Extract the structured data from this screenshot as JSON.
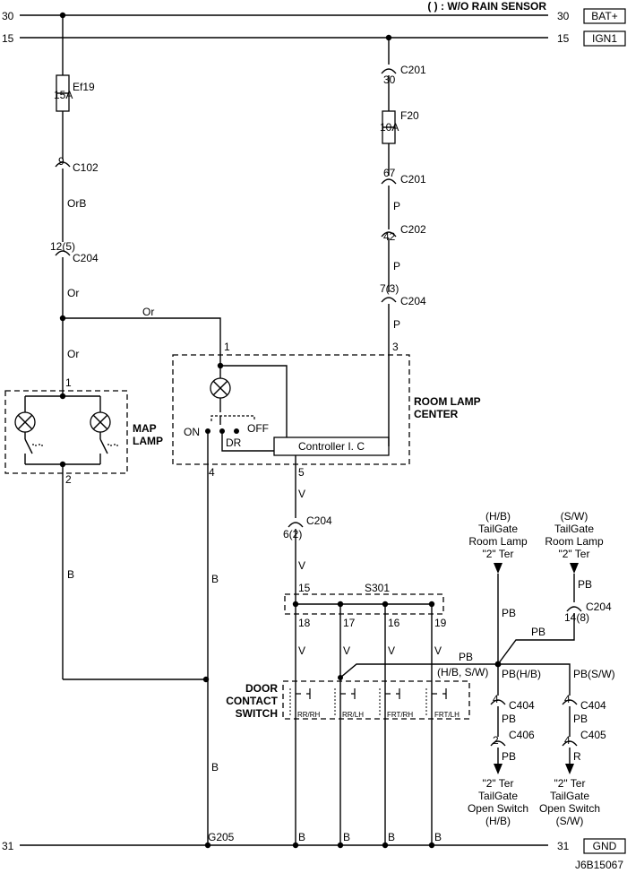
{
  "top_note": "( ) : W/O RAIN SENSOR",
  "bus_lines": [
    {
      "num_left": "30",
      "num_right": "30",
      "label": "BAT+"
    },
    {
      "num_left": "15",
      "num_right": "15",
      "label": "IGN1"
    },
    {
      "num_left": "31",
      "num_right": "31",
      "label": "GND"
    }
  ],
  "fuses": {
    "ef19": {
      "name": "Ef19",
      "rating": "15A"
    },
    "f20": {
      "name": "F20",
      "rating": "10A"
    }
  },
  "connectors": {
    "c102": {
      "pin": "9",
      "name": "C102"
    },
    "c204_left": {
      "pin": "12(5)",
      "name": "C204"
    },
    "c201_a": {
      "pin": "30",
      "name": "C201"
    },
    "c201_b": {
      "pin": "67",
      "name": "C201"
    },
    "c202": {
      "pin": "42",
      "name": "C202"
    },
    "c204_right": {
      "pin": "7(3)",
      "name": "C204"
    },
    "c204_mid": {
      "pin": "6(2)",
      "name": "C204"
    },
    "c204_sw": {
      "pin": "14(8)",
      "name": "C204"
    },
    "c404_a": {
      "pin": "4",
      "name": "C404"
    },
    "c404_b": {
      "pin": "4",
      "name": "C404"
    },
    "c406": {
      "pin": "2",
      "name": "C406"
    },
    "c405": {
      "pin": "4",
      "name": "C405"
    }
  },
  "wires": {
    "orb": "OrB",
    "or1": "Or",
    "or2": "Or",
    "or3": "Or",
    "p1": "P",
    "p2": "P",
    "p3": "P",
    "v1": "V",
    "v2": "V",
    "b_left": "B",
    "b_mid1": "B",
    "b_mid2": "B",
    "sw_v": [
      "V",
      "V",
      "V",
      "V"
    ],
    "gnd_b": [
      "B",
      "B",
      "B",
      "B"
    ],
    "pb_top_hb": "PB",
    "pb_top_sw": "PB",
    "pb_horiz": "PB",
    "pb_diag": "PB",
    "pb_hb": "PB(H/B)",
    "pb_sw": "PB(S/W)",
    "pb_c404a": "PB",
    "pb_c404b": "PB",
    "pb_c406": "PB",
    "r_c405": "R",
    "hb_sw_note": "(H/B, S/W)"
  },
  "pins": {
    "map_1": "1",
    "map_2": "2",
    "rl_1": "1",
    "rl_3": "3",
    "rl_4": "4",
    "rl_5": "5",
    "s301_in": "15",
    "s301_out": [
      "18",
      "17",
      "16",
      "19"
    ]
  },
  "map_lamp": {
    "line1": "MAP",
    "line2": "LAMP"
  },
  "room_lamp": {
    "line1": "ROOM LAMP",
    "line2": "CENTER",
    "controller": "Controller I. C",
    "on": "ON",
    "off": "OFF",
    "dr": "DR"
  },
  "splice": "S301",
  "ground": "G205",
  "door_switch": {
    "line1": "DOOR",
    "line2": "CONTACT",
    "line3": "SWITCH",
    "labels": [
      "RR/RH",
      "RR/LH",
      "FRT/RH",
      "FRT/LH"
    ]
  },
  "tailgate_lamp_hb": {
    "l1": "(H/B)",
    "l2": "TailGate",
    "l3": "Room Lamp",
    "l4": "\"2\" Ter"
  },
  "tailgate_lamp_sw": {
    "l1": "(S/W)",
    "l2": "TailGate",
    "l3": "Room Lamp",
    "l4": "\"2\" Ter"
  },
  "tailgate_switch_hb": {
    "l1": "\"2\" Ter",
    "l2": "TailGate",
    "l3": "Open Switch",
    "l4": "(H/B)"
  },
  "tailgate_switch_sw": {
    "l1": "\"2\" Ter",
    "l2": "TailGate",
    "l3": "Open Switch",
    "l4": "(S/W)"
  },
  "diagram_id": "J6B15067"
}
